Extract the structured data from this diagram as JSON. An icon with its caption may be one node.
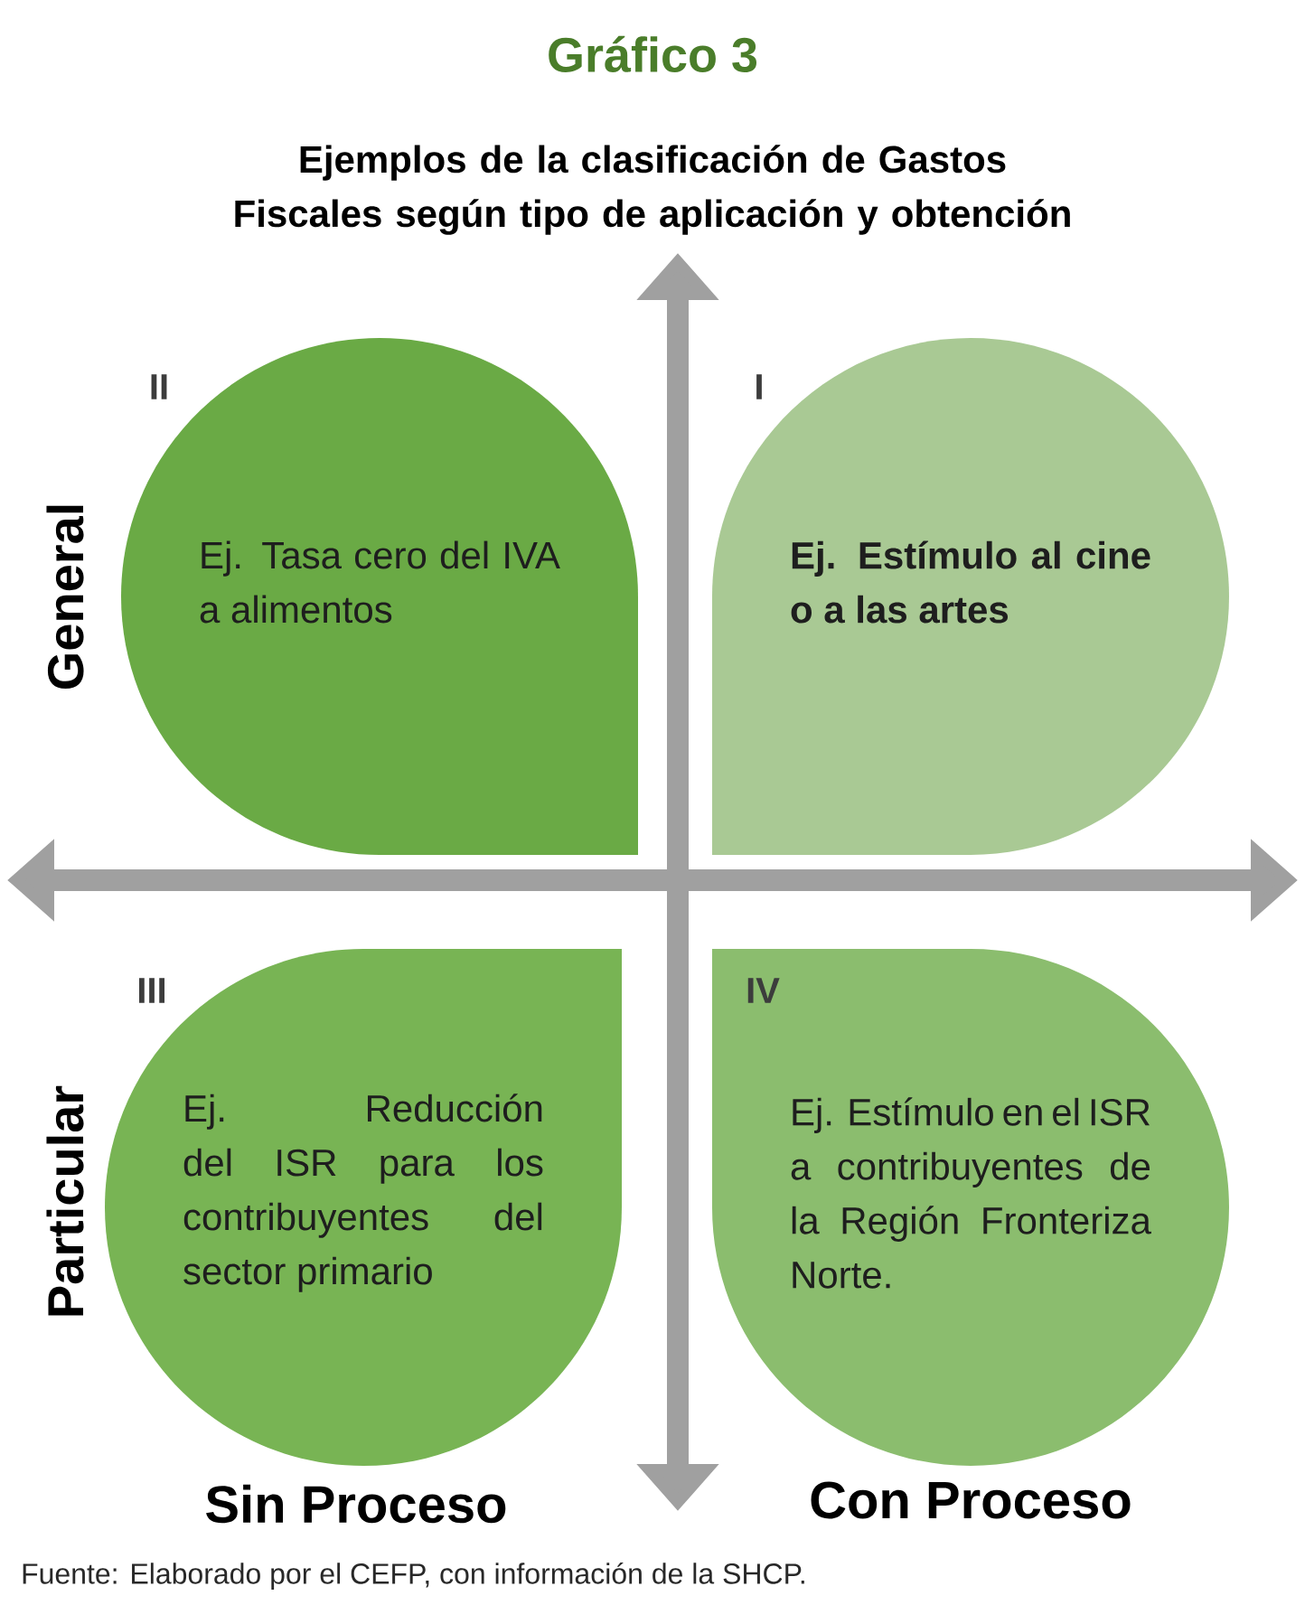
{
  "diagram": {
    "title": "Gráfico 3",
    "caption": "Fuente: Elaborado por el CEFP, con información de la SHCP.",
    "nodes": [
      {
        "text": [
          "II",
          "Ej. Tasa cero del IVA a alimentos"
        ]
      },
      {
        "text": [
          "I",
          "Ej. Estímulo al cine o a las artes"
        ]
      },
      {
        "text": [
          "III",
          "Ej. Reducción del ISR para los contribuyentes del sector primario"
        ]
      },
      {
        "text": [
          "IV",
          "Ej. Estímulo en el ISR a contribuyentes de la Región Fronteriza Norte."
        ]
      }
    ],
    "labels": [
      "Ejemplos de la clasificación de Gastos Fiscales según tipo de aplicación y obtención",
      "General",
      "Particular",
      "Sin Proceso",
      "Con Proceso"
    ]
  }
}
